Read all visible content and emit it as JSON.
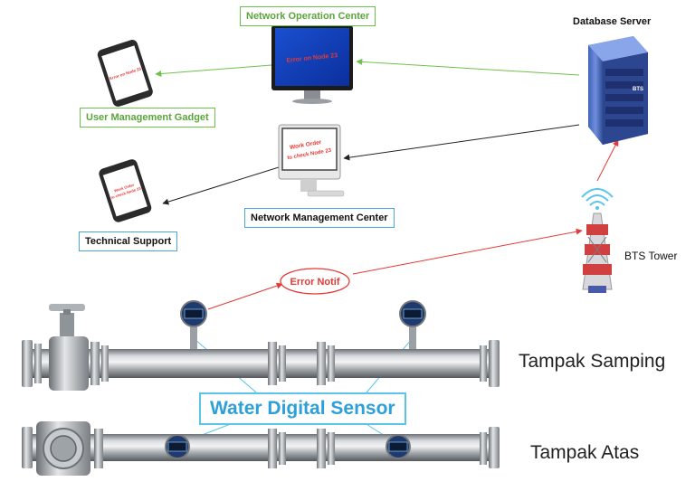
{
  "labels": {
    "noc": "Network Operation Center",
    "db": "Database Server",
    "umg": "User Management Gadget",
    "nmc": "Network Management Center",
    "tech": "Technical Support",
    "bts": "BTS Tower",
    "error": "Error Notif",
    "sensor": "Water Digital Sensor",
    "side": "Tampak Samping",
    "top": "Tampak Atas"
  },
  "screens": {
    "noc_monitor": "Error on Node 23",
    "phone_top": "Error on Node 23",
    "nmc_monitor_line1": "Work Order",
    "nmc_monitor_line2": "to check Node 23",
    "phone_bottom_line1": "Work Order",
    "phone_bottom_line2": "to check Node 23",
    "server_badge": "BTS"
  },
  "colors": {
    "green_arrow": "#6cc24a",
    "red_arrow": "#e53935",
    "black_arrow": "#222222",
    "sensor_link": "#5cc3ea",
    "pipe": "#9ea3a8"
  }
}
